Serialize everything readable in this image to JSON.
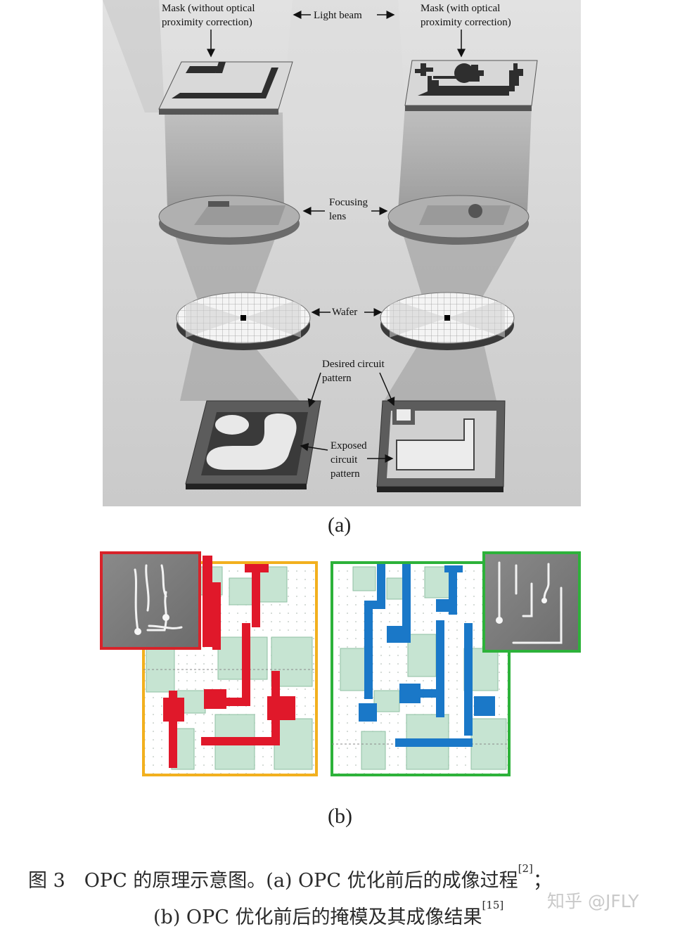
{
  "figure_a": {
    "mask_without_opc": [
      "Mask (without optical",
      "proximity correction)"
    ],
    "light_beam": "Light beam",
    "mask_with_opc": [
      "Mask (with optical",
      "proximity correction)"
    ],
    "focusing_lens": [
      "Focusing",
      "lens"
    ],
    "wafer": "Wafer",
    "desired_circuit_pattern": [
      "Desired circuit",
      "pattern"
    ],
    "exposed_circuit_pattern": [
      "Exposed",
      "circuit",
      "pattern"
    ],
    "panel_label": "(a)"
  },
  "figure_b": {
    "panel_label": "(b)",
    "colors": {
      "before_frame": "#f2b01e",
      "after_frame": "#2db23a",
      "before_wire": "#e0182a",
      "after_wire": "#1a78c8",
      "cell": "#c6e4d2",
      "inset_before_frame": "#d8232a",
      "inset_after_frame": "#2db23a"
    }
  },
  "caption": {
    "line1": "图 3　OPC 的原理示意图。(a) OPC 优化前后的成像过程",
    "ref1": "[2]",
    "line1_end": "；",
    "line2": "(b) OPC 优化前后的掩模及其成像结果",
    "ref2": "[15]"
  },
  "watermark": "知乎 @JFLY"
}
